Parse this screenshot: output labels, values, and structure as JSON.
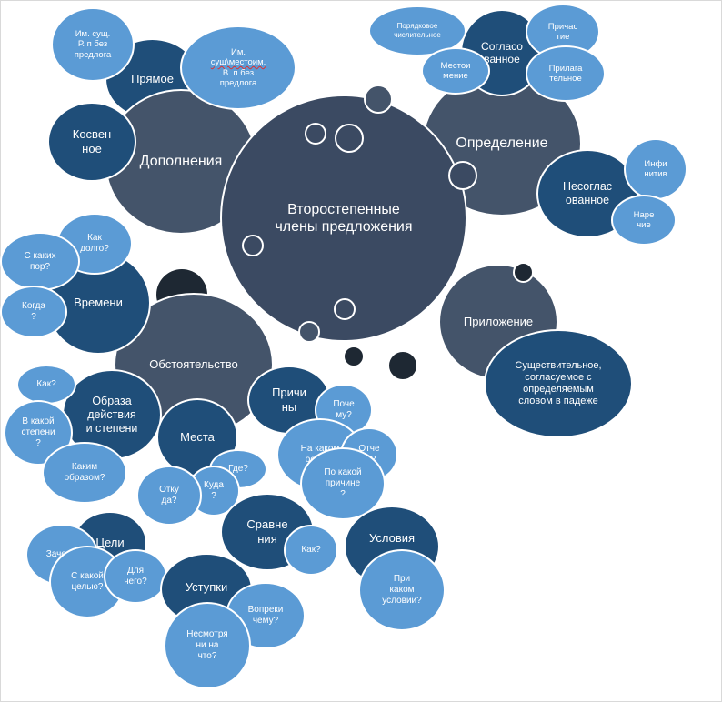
{
  "center": "Второстепенные\nчлены предложения",
  "dopolneniya": {
    "label": "Дополнения",
    "pryamoe": "Прямое",
    "kosvennoe": "Косвен\nное",
    "q_rp": "Им. сущ.\nР. п без\nпредлога",
    "q_vp_line1": "Им.",
    "q_vp_line2": "сущ\\местоим.",
    "q_vp_line3": "В. п без\nпредлога"
  },
  "opredelenie": {
    "label": "Определение",
    "soglasovannoe": "Согласо\nванное",
    "poryadkovoe": "Порядковое\nчислительное",
    "prichastie": "Причас\nтие",
    "mestoimenie": "Местои\nмение",
    "prilagatelnoe": "Прилага\nтельное",
    "nesoglasovannoe": "Несоглас\nованное",
    "infinitiv": "Инфи\nнитив",
    "narechie": "Наре\nчие"
  },
  "prilozhenie": {
    "label": "Приложение",
    "desc": "Существительное,\nсогласуемое с\nопределяемым\nсловом в падеже"
  },
  "obstoyatelstvo": {
    "label": "Обстоятельство",
    "vremeni": "Времени",
    "q_kak_dolgo": "Как\nдолго?",
    "q_s_kakih": "С каких\nпор?",
    "q_kogda": "Когда\n?",
    "obraza": "Образа\nдействия\nи степени",
    "q_kak": "Как?",
    "q_v_kakoy": "В какой\nстепени\n?",
    "q_kakim": "Каким\nобразом?",
    "mesta": "Места",
    "q_gde": "Где?",
    "q_otkuda": "Отку\nда?",
    "q_kuda": "Куда\n?",
    "prichiny": "Причи\nны",
    "q_pochemu": "Поче\nму?",
    "q_na_kakom": "На каком\nоснова",
    "q_otchego": "Отче\nго?",
    "q_po_kakoy": "По какой\nпричине\n?",
    "celi": "Цели",
    "q_zachem": "Зачем?",
    "q_s_kakoy": "С какой\nцелью?",
    "q_dlya_chego": "Для\nчего?",
    "sravneniya": "Сравне\nния",
    "q_kak2": "Как?",
    "usloviya": "Условия",
    "q_pri_kakom": "При\nкаком\nусловии?",
    "ustupki": "Уступки",
    "q_vopreki": "Вопреки\nчему?",
    "q_nesmotrya": "Несмотря\nни на\nчто?"
  },
  "colors": {
    "center": "#3b4a62",
    "category": "#44546a",
    "subcategory": "#1f4e79",
    "question": "#5b9bd5"
  }
}
